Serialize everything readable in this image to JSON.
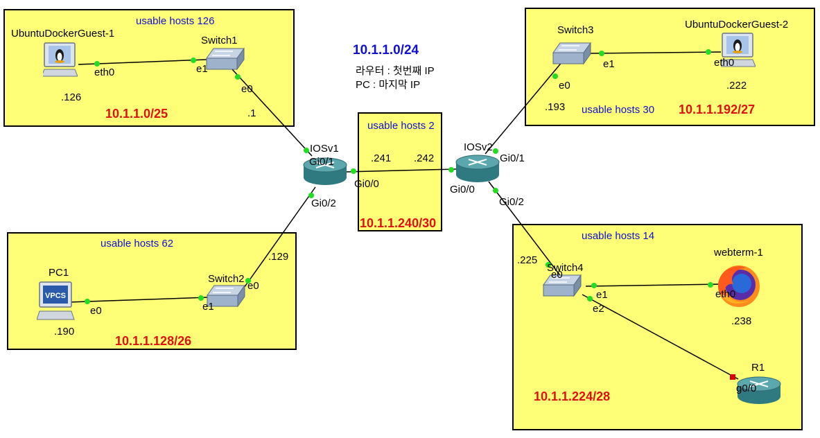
{
  "overview": {
    "network": "10.1.1.0/24",
    "note_router": "라우터 : 첫번째 IP",
    "note_pc": "PC : 마지막 IP"
  },
  "zones": {
    "z1": {
      "hosts": "usable hosts 126",
      "subnet": "10.1.1.0/25"
    },
    "z2": {
      "hosts": "usable hosts 62",
      "subnet": "10.1.1.128/26"
    },
    "z3": {
      "hosts": "usable hosts 2",
      "subnet": "10.1.1.240/30"
    },
    "z4": {
      "hosts": "usable hosts 30",
      "subnet": "10.1.1.192/27"
    },
    "z5": {
      "hosts": "usable hosts 14",
      "subnet": "10.1.1.224/28"
    }
  },
  "nodes": {
    "ubuntu1": {
      "name": "UbuntuDockerGuest-1",
      "ip": ".126",
      "port": "eth0"
    },
    "switch1": {
      "name": "Switch1",
      "p_e1": "e1",
      "p_e0": "e0"
    },
    "pc1": {
      "name": "PC1",
      "ip": ".190",
      "port": "e0",
      "badge": "VPCS"
    },
    "switch2": {
      "name": "Switch2",
      "p_e1": "e1",
      "p_e0": "e0"
    },
    "iosv1": {
      "name": "IOSv1",
      "gi01": "Gi0/1",
      "gi00": "Gi0/0",
      "gi02": "Gi0/2",
      "ip_gi01": ".1",
      "ip_gi02": ".129",
      "ip_gi00": ".241"
    },
    "iosv2": {
      "name": "IOSv2",
      "gi01": "Gi0/1",
      "gi00": "Gi0/0",
      "gi02": "Gi0/2",
      "ip_gi00": ".242",
      "ip_gi01": ".193",
      "ip_gi02": ".225"
    },
    "switch3": {
      "name": "Switch3",
      "p_e0": "e0",
      "p_e1": "e1"
    },
    "ubuntu2": {
      "name": "UbuntuDockerGuest-2",
      "ip": ".222",
      "port": "eth0"
    },
    "switch4": {
      "name": "Switch4",
      "p_e0": "e0",
      "p_e1": "e1",
      "p_e2": "e2"
    },
    "webterm": {
      "name": "webterm-1",
      "ip": ".238",
      "port": "eth0"
    },
    "r1": {
      "name": "R1",
      "port": "g0/0"
    }
  },
  "colors": {
    "zone_fill": "#ffff77",
    "link_up": "#22dd22",
    "link_down": "#dd0000",
    "subnet": "#e01010",
    "label_blue": "#1010d0"
  }
}
